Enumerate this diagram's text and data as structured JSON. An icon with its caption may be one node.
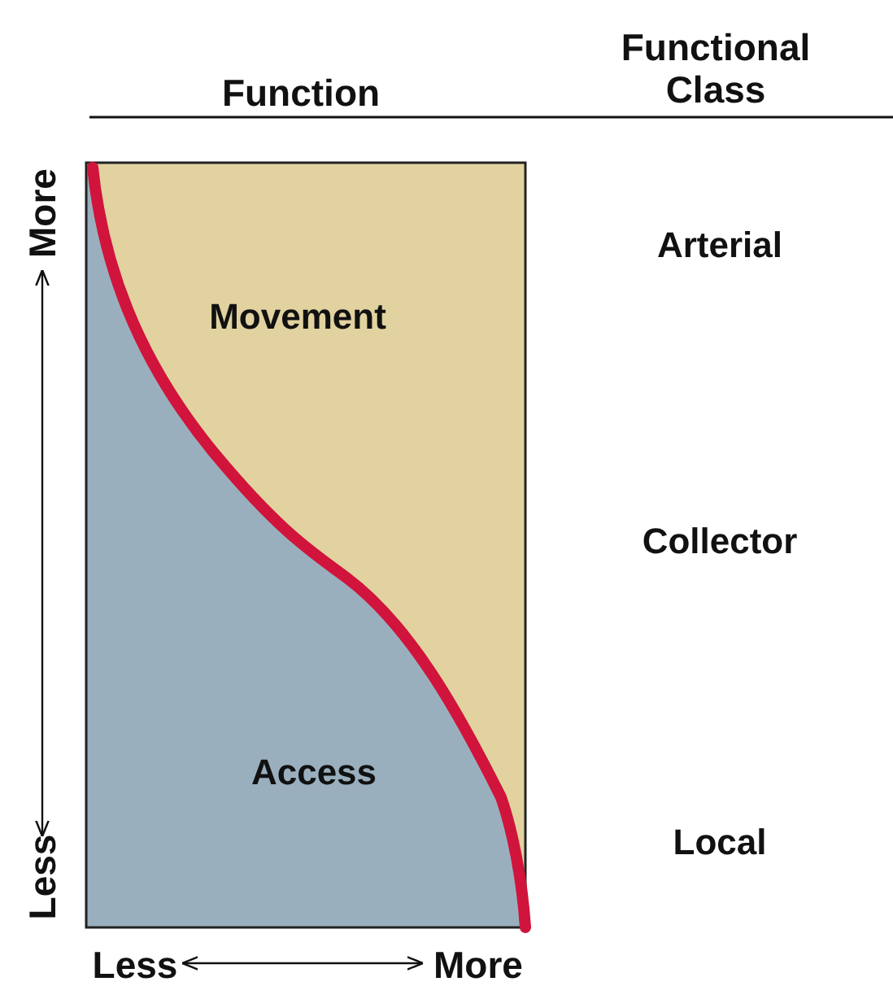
{
  "diagram": {
    "nodes": [
      {
        "text": [
          "Movement"
        ]
      },
      {
        "text": [
          "Access"
        ]
      }
    ],
    "labels": [
      "Function",
      "Functional Class",
      "Arterial",
      "Collector",
      "Local",
      "More",
      "Less",
      "Less",
      "More"
    ]
  }
}
